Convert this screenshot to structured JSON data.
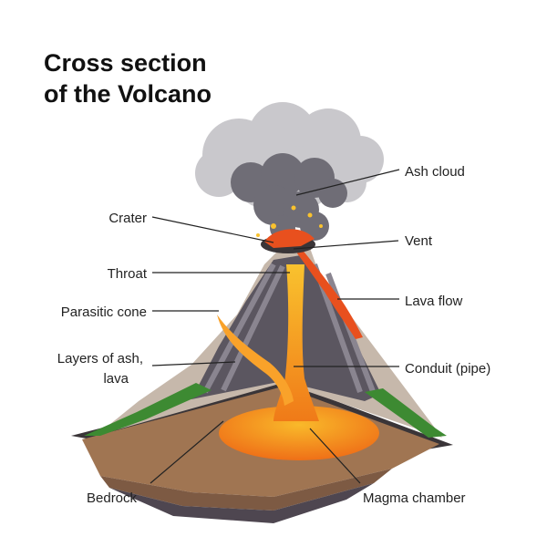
{
  "title": {
    "line1": "Cross section",
    "line2": "of the Volcano"
  },
  "labels": {
    "ash_cloud": "Ash cloud",
    "crater": "Crater",
    "vent": "Vent",
    "throat": "Throat",
    "lava_flow": "Lava flow",
    "parasitic_cone": "Parasitic cone",
    "layers_line1": "Layers of ash,",
    "layers_line2": "lava",
    "conduit": "Conduit (pipe)",
    "bedrock": "Bedrock",
    "magma_chamber": "Magma chamber"
  },
  "colors": {
    "ash_light": "#c9c8cc",
    "ash_dark": "#6f6d76",
    "cone_beige": "#c6b8ab",
    "layer_dark": "#5b5660",
    "layer_mid": "#8a8590",
    "grass": "#3d8a32",
    "bedrock": "#a07552",
    "magma_orange": "#f28a1c",
    "magma_yellow": "#f9c22e",
    "lava_red": "#e8501e"
  }
}
